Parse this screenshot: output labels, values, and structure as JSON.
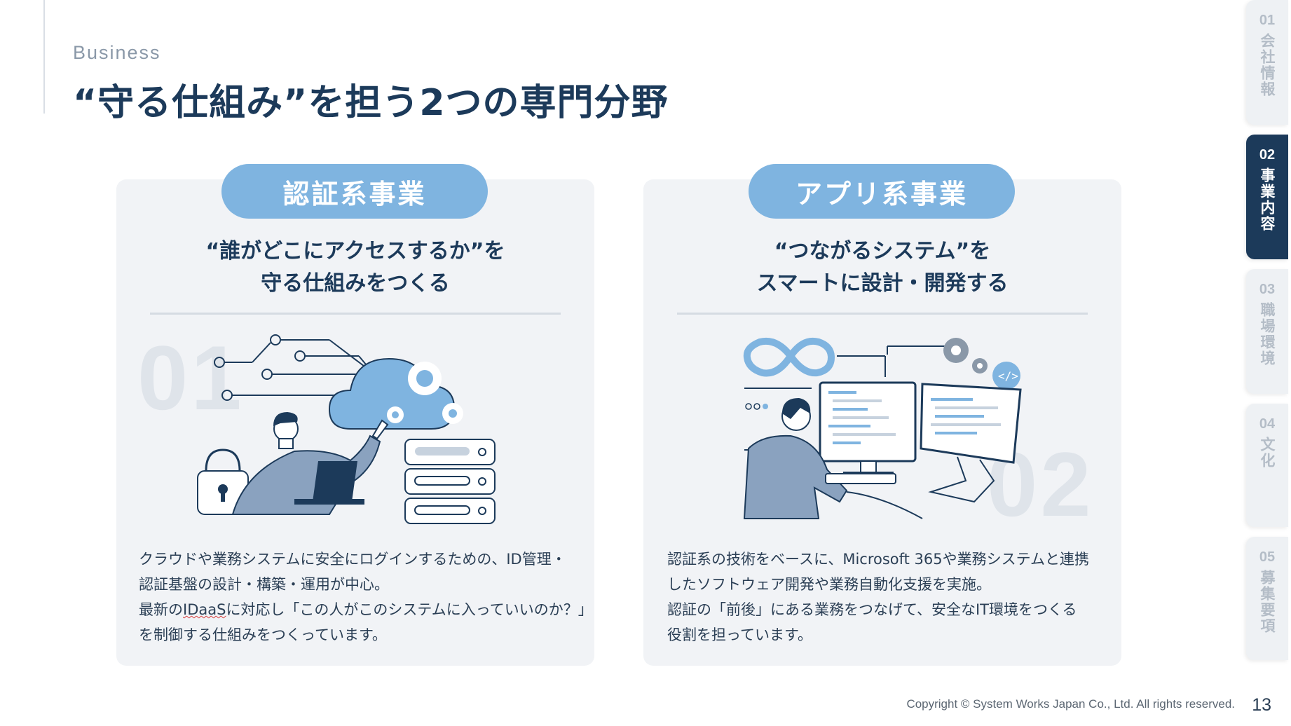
{
  "header": {
    "eyebrow": "Business",
    "title": "“守る仕組み”を担う2つの専門分野"
  },
  "nav_tabs": [
    {
      "num": "01",
      "label": "会社情報",
      "active": false
    },
    {
      "num": "02",
      "label": "事業内容",
      "active": true
    },
    {
      "num": "03",
      "label": "職場環境",
      "active": false
    },
    {
      "num": "04",
      "label": "文化",
      "active": false
    },
    {
      "num": "05",
      "label": "募集要項",
      "active": false
    }
  ],
  "cards": [
    {
      "pill": "認証系事業",
      "tagline_1": "“誰がどこにアクセスするか”を",
      "tagline_2": "守る仕組みをつくる",
      "number": "01",
      "desc_1": "クラウドや業務システムに安全にログインするための、ID管理・",
      "desc_2": "認証基盤の設計・構築・運用が中心。",
      "desc_3a": "最新の",
      "desc_3b": "IDaaS",
      "desc_3c": "に対応し「この人がこのシステムに入っていいのか？」",
      "desc_4": "を制御する仕組みをつくっています。"
    },
    {
      "pill": "アプリ系事業",
      "tagline_1": "“つながるシステム”を",
      "tagline_2": "スマートに設計・開発する",
      "number": "02",
      "desc_1": "認証系の技術をベースに、Microsoft 365や業務システムと連携",
      "desc_2": "したソフトウェア開発や業務自動化支援を実施。",
      "desc_3": "認証の「前後」にある業務をつなげて、安全なIT環境をつくる",
      "desc_4": "役割を担っています。"
    }
  ],
  "footer": {
    "copyright": "Copyright © System Works Japan Co., Ltd. All rights reserved.",
    "page": "13"
  },
  "colors": {
    "navy": "#1c3a5a",
    "accent_blue": "#7fb4e0",
    "card_bg": "#f1f3f6"
  }
}
